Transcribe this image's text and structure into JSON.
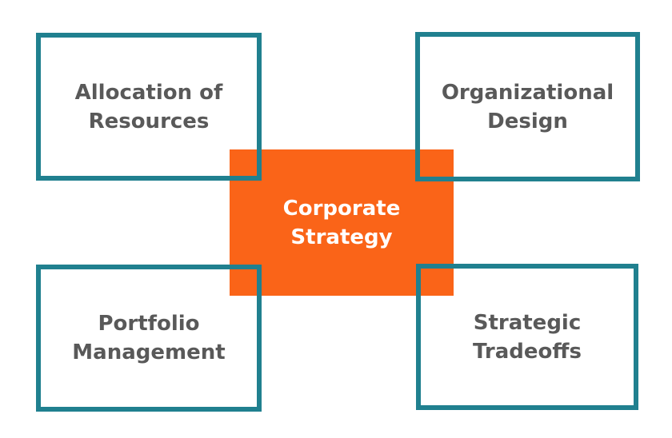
{
  "diagram": {
    "center": {
      "lines": [
        "Corporate",
        "Strategy"
      ]
    },
    "boxes": [
      {
        "id": "allocation-of-resources",
        "lines": [
          "Allocation of",
          "Resources"
        ]
      },
      {
        "id": "organizational-design",
        "lines": [
          "Organizational",
          "Design"
        ]
      },
      {
        "id": "portfolio-management",
        "lines": [
          "Portfolio",
          "Management"
        ]
      },
      {
        "id": "strategic-tradeoffs",
        "lines": [
          "Strategic",
          "Tradeoffs"
        ]
      }
    ],
    "colors": {
      "box_border": "#20808F",
      "center_fill": "#FA6418",
      "center_text": "#FFFFFF",
      "box_text": "#595959",
      "background": "#FFFFFF"
    }
  }
}
